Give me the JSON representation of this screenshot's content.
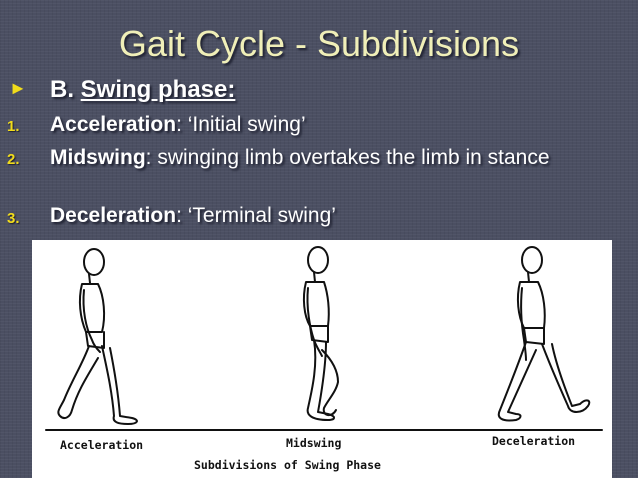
{
  "slide": {
    "title": "Gait Cycle - Subdivisions",
    "heading_prefix": "B.",
    "heading_main": "Swing phase:",
    "items": [
      {
        "num": "1.",
        "term": "Acceleration",
        "rest": ": ‘Initial swing’"
      },
      {
        "num": "2.",
        "term": "Midswing",
        "rest": ": swinging limb overtakes the limb in stance"
      },
      {
        "num": "3.",
        "term": "Deceleration",
        "rest": ": ‘Terminal swing’"
      }
    ]
  },
  "figure": {
    "labels": [
      "Acceleration",
      "Midswing",
      "Deceleration"
    ],
    "caption": "Subdivisions of Swing Phase"
  },
  "colors": {
    "background": "#4b4f62",
    "title": "#f0efb8",
    "bullet": "#f1dc1b",
    "text": "#ffffff"
  },
  "icons": [
    "triangle-bullet-icon"
  ]
}
